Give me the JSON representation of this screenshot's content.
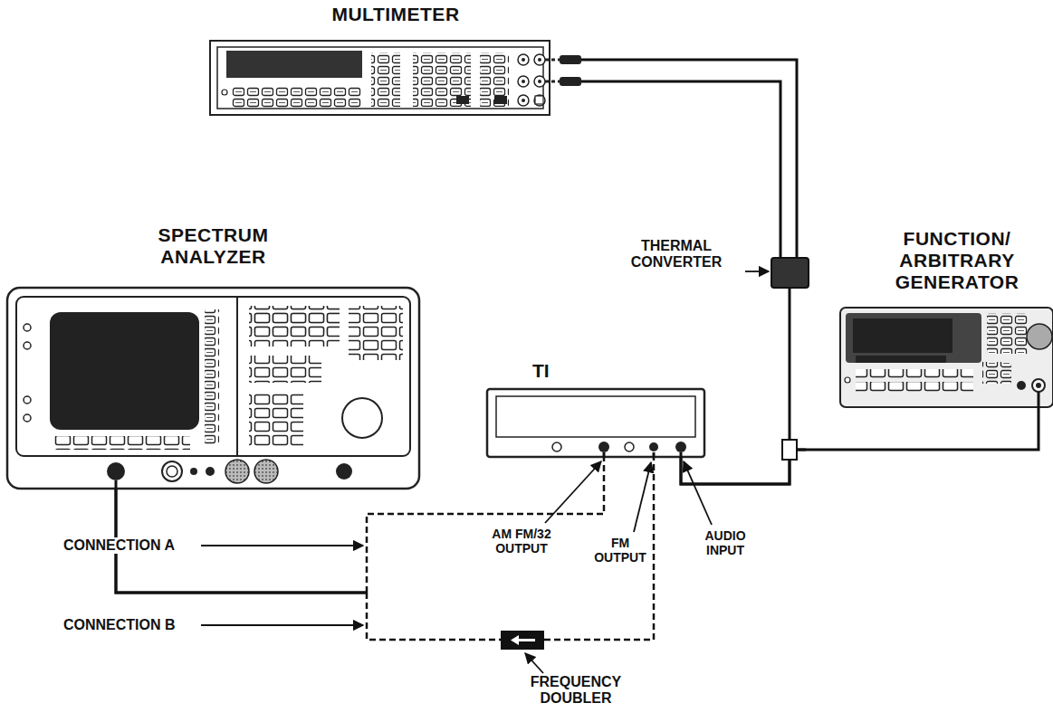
{
  "diagram": {
    "nodes": [
      {
        "text": [
          "MULTIMETER"
        ]
      },
      {
        "text": [
          "SPECTRUM ANALYZER"
        ]
      },
      {
        "text": [
          "THERMAL CONVERTER"
        ]
      },
      {
        "text": [
          "FUNCTION/ ARBITRARY GENERATOR"
        ]
      },
      {
        "text": [
          "TI"
        ]
      },
      {
        "text": [
          "FREQUENCY DOUBLER"
        ]
      }
    ],
    "edges": [
      {
        "from": 0,
        "to": 2,
        "arrow": "none"
      },
      {
        "from": 0,
        "to": 2,
        "arrow": "none"
      },
      {
        "from": 1,
        "to": 4,
        "arrow": "none"
      },
      {
        "from": 1,
        "to": 5,
        "arrow": "none"
      },
      {
        "from": 5,
        "to": 4,
        "arrow": "none"
      },
      {
        "from": 2,
        "to": 4,
        "arrow": "none"
      },
      {
        "from": 3,
        "to": 4,
        "arrow": "none"
      }
    ],
    "labels": [
      "CONNECTION A",
      "CONNECTION B",
      "AM FM/32 OUTPUT",
      "FM OUTPUT",
      "AUDIO INPUT"
    ]
  }
}
